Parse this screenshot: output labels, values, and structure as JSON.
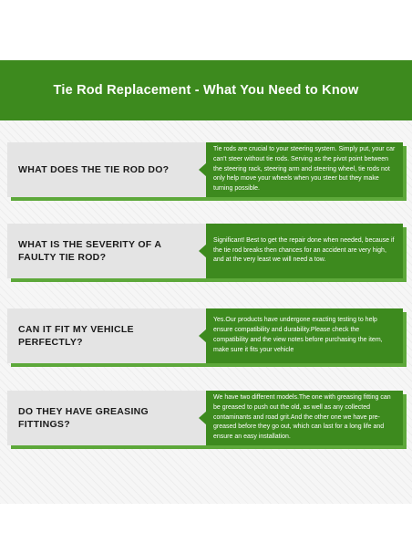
{
  "title": "Tie Rod Replacement - What You Need to Know",
  "faq": [
    {
      "question": "WHAT DOES THE TIE ROD DO?",
      "answer": "Tie rods are crucial to your steering system. Simply put, your car can't steer without tie rods. Serving as the pivot point between the steering rack, steering arm and steering wheel, tie rods not only help move your wheels when you steer but they make turning possible."
    },
    {
      "question": "WHAT IS THE SEVERITY OF A FAULTY TIE ROD?",
      "answer": "Significant! Best to get the repair done when needed, because if the tie rod breaks then chances for an accident are very high, and at the very least we will need a tow."
    },
    {
      "question": "CAN IT FIT MY VEHICLE PERFECTLY?",
      "answer": "Yes.Our products have undergone exacting testing to help ensure compatibility and durability.Please check the compatibility and the view notes before purchasing the item, make sure it fits your vehicle"
    },
    {
      "question": "DO THEY HAVE GREASING FITTINGS?",
      "answer": "We have two different models.The one with greasing fitting can be greased to push out the old, as well as any collected contaminants and road grit.And the other one we have pre-greased before they go out, which can last for a long life and ensure an easy installation."
    }
  ],
  "colors": {
    "brand_green": "#3d8a1e",
    "shadow_green": "#5da83a",
    "question_bg": "#e4e4e4"
  }
}
